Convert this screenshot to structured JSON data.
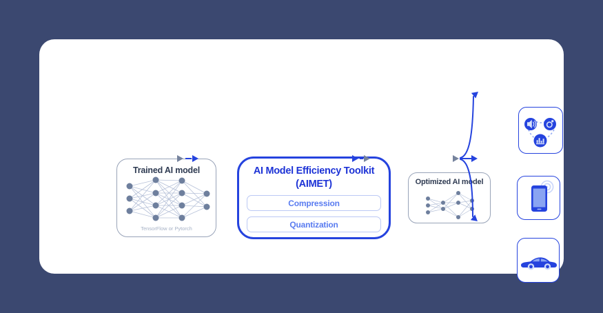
{
  "page": {
    "background_color": "#3b4870",
    "card_color": "#ffffff"
  },
  "colors": {
    "accent_blue": "#2543de",
    "title_blue": "#1d33d6",
    "feature_text_blue": "#5a7cf0",
    "light_blue_border": "#bcc9f4",
    "gray_border": "#98a3b8",
    "gray_arrow": "#76839d",
    "node_slate": "#6e7f9d",
    "dark_text": "#2f3b52",
    "muted_text": "#a7b2c6"
  },
  "trained_model": {
    "title": "Trained AI model",
    "caption": "TensorFlow or Pytorch"
  },
  "aimet": {
    "title_line1": "AI Model Efficiency Toolkit",
    "title_line2": "(AIMET)",
    "features": [
      {
        "label": "Compression"
      },
      {
        "label": "Quantization"
      }
    ]
  },
  "optimized_model": {
    "title": "Optimized AI model"
  },
  "use_cases": [
    {
      "name": "audio-vision-analytics",
      "icons": [
        "speaker-icon",
        "camera-icon",
        "chart-icon"
      ]
    },
    {
      "name": "smartphone",
      "icons": [
        "smartphone-icon",
        "signal-waves-icon"
      ]
    },
    {
      "name": "automotive",
      "icons": [
        "car-icon"
      ]
    }
  ]
}
